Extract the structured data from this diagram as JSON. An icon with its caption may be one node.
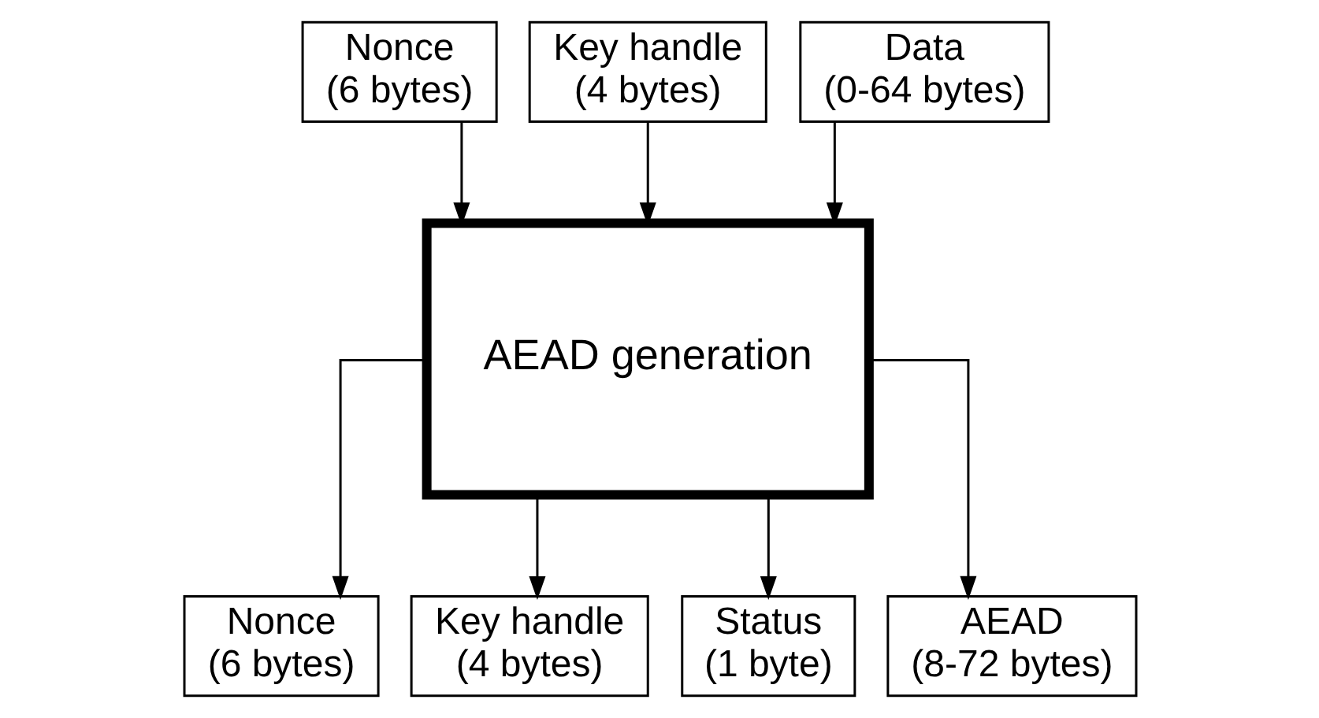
{
  "diagram": {
    "nodes": [
      {
        "text": [
          "Nonce",
          "(6 bytes)"
        ]
      },
      {
        "text": [
          "Key handle",
          "(4 bytes)"
        ]
      },
      {
        "text": [
          "Data",
          "(0-64 bytes)"
        ]
      },
      {
        "text": [
          "AEAD generation"
        ]
      },
      {
        "text": [
          "Nonce",
          "(6 bytes)"
        ]
      },
      {
        "text": [
          "Key handle",
          "(4 bytes)"
        ]
      },
      {
        "text": [
          "Status",
          "(1 byte)"
        ]
      },
      {
        "text": [
          "AEAD",
          "(8-72 bytes)"
        ]
      }
    ],
    "edges": [
      {
        "from": 0,
        "to": 3,
        "arrow": "to"
      },
      {
        "from": 1,
        "to": 3,
        "arrow": "to"
      },
      {
        "from": 2,
        "to": 3,
        "arrow": "to"
      },
      {
        "from": 3,
        "to": 4,
        "arrow": "to"
      },
      {
        "from": 3,
        "to": 5,
        "arrow": "to"
      },
      {
        "from": 3,
        "to": 6,
        "arrow": "to"
      },
      {
        "from": 3,
        "to": 7,
        "arrow": "to"
      }
    ]
  }
}
